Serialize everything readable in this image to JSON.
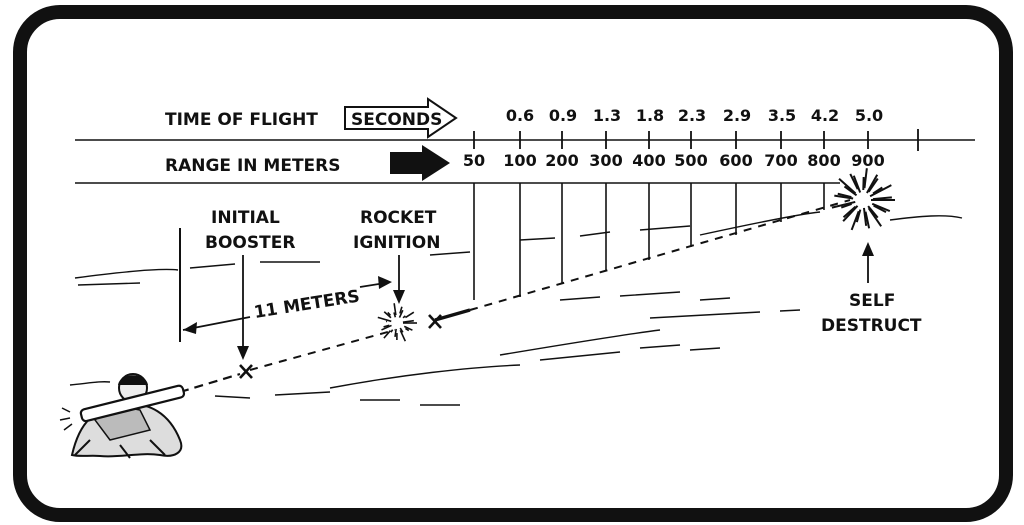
{
  "header": {
    "time_label": "TIME OF FLIGHT",
    "seconds_label": "SECONDS",
    "range_label": "RANGE IN METERS"
  },
  "time_of_flight": [
    "0.6",
    "0.9",
    "1.3",
    "1.8",
    "2.3",
    "2.9",
    "3.5",
    "4.2",
    "5.0"
  ],
  "range_ticks": [
    "50",
    "100",
    "200",
    "300",
    "400",
    "500",
    "600",
    "700",
    "800",
    "900"
  ],
  "annotations": {
    "initial_booster": [
      "INITIAL",
      "BOOSTER"
    ],
    "rocket_ignition": [
      "ROCKET",
      "IGNITION"
    ],
    "distance": "11 METERS",
    "self_destruct": [
      "SELF",
      "DESTRUCT"
    ]
  },
  "colors": {
    "ink": "#111111",
    "paper": "#ffffff"
  }
}
